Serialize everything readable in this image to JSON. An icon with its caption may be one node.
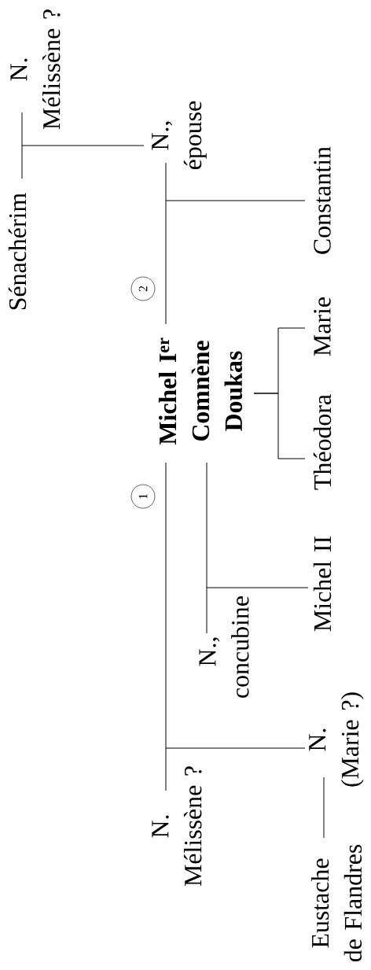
{
  "diagram": {
    "nodes": [
      {
        "text": [
          "Sénachérim"
        ]
      },
      {
        "text": [
          "N. Mélissène ?"
        ]
      },
      {
        "text": [
          "N., épouse"
        ]
      },
      {
        "text": [
          "Michel I$^{er}$ Comnène Doukas"
        ]
      },
      {
        "text": [
          "N., concubine"
        ]
      },
      {
        "text": [
          "N. Mélissène ?"
        ]
      },
      {
        "text": [
          "N. (Marie ?)"
        ]
      },
      {
        "text": [
          "Eustache de Flandres"
        ]
      },
      {
        "text": [
          "Michel II"
        ]
      },
      {
        "text": [
          "Théodora"
        ]
      },
      {
        "text": [
          "Marie"
        ]
      },
      {
        "text": [
          "Constantin"
        ]
      }
    ],
    "edges": [
      {
        "from": 0,
        "to": 1,
        "arrow": "none"
      },
      {
        "from": 1,
        "to": 2,
        "arrow": "none"
      },
      {
        "from": 3,
        "to": 2,
        "arrow": "none"
      },
      {
        "from": null,
        "to": 11,
        "arrow": "none"
      },
      {
        "from": 3,
        "to": 9,
        "arrow": "none"
      },
      {
        "from": 3,
        "to": 10,
        "arrow": "none"
      },
      {
        "from": 3,
        "to": 5,
        "arrow": "none"
      },
      {
        "from": 5,
        "to": 6,
        "arrow": "none"
      },
      {
        "from": 3,
        "to": 4,
        "arrow": "none"
      },
      {
        "from": 4,
        "to": 8,
        "arrow": "none"
      },
      {
        "from": 7,
        "to": 6,
        "arrow": "none"
      }
    ],
    "labels": [
      "2",
      "1"
    ]
  }
}
